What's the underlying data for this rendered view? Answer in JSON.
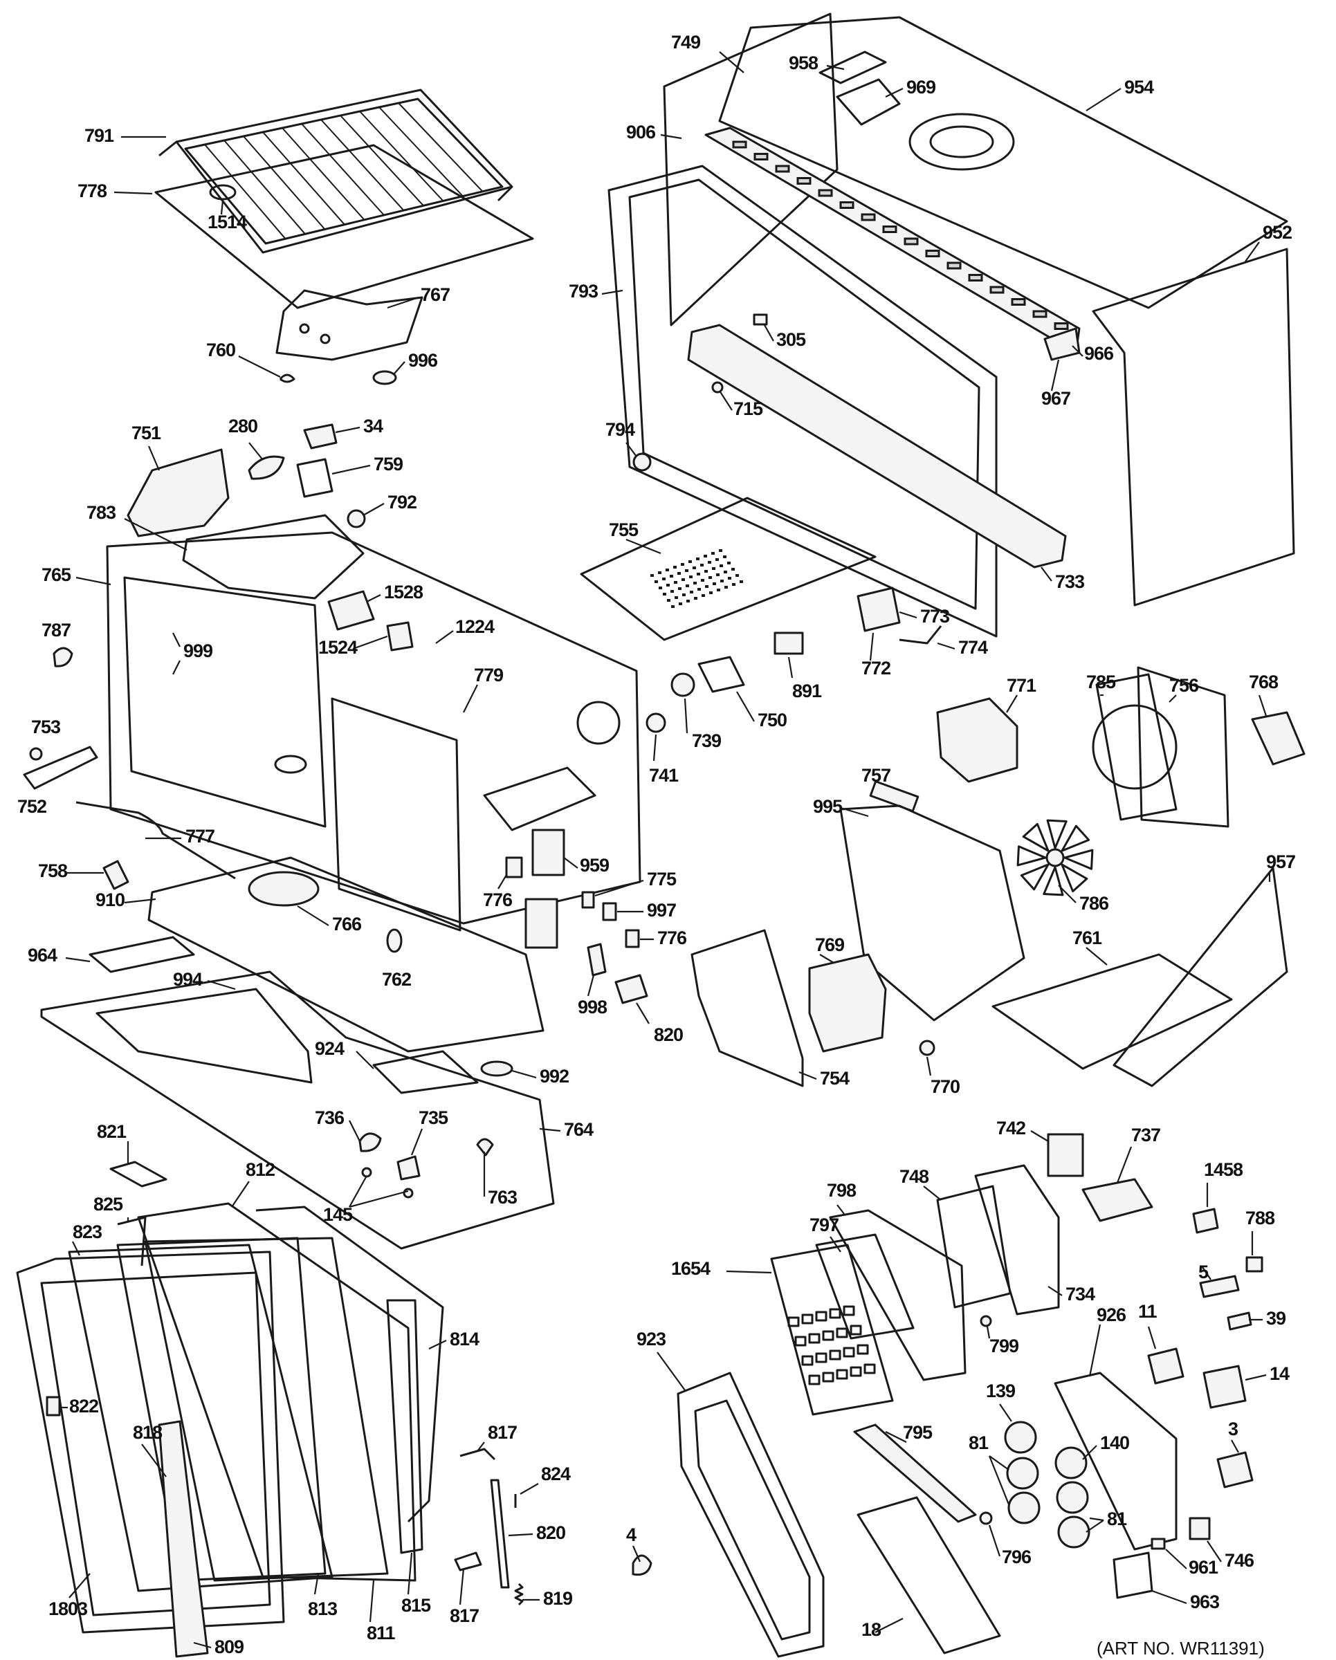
{
  "art_number": "(ART NO. WR11391)",
  "colors": {
    "ink": "#1a1a1a",
    "paper": "#ffffff"
  },
  "callouts": [
    {
      "id": "791",
      "label": "791"
    },
    {
      "id": "778",
      "label": "778"
    },
    {
      "id": "1514",
      "label": "1514"
    },
    {
      "id": "767",
      "label": "767"
    },
    {
      "id": "760",
      "label": "760"
    },
    {
      "id": "996",
      "label": "996"
    },
    {
      "id": "751",
      "label": "751"
    },
    {
      "id": "280",
      "label": "280"
    },
    {
      "id": "34",
      "label": "34"
    },
    {
      "id": "759",
      "label": "759"
    },
    {
      "id": "792",
      "label": "792"
    },
    {
      "id": "783",
      "label": "783"
    },
    {
      "id": "765",
      "label": "765"
    },
    {
      "id": "1528",
      "label": "1528"
    },
    {
      "id": "1224",
      "label": "1224"
    },
    {
      "id": "1524",
      "label": "1524"
    },
    {
      "id": "787",
      "label": "787"
    },
    {
      "id": "999",
      "label": "999"
    },
    {
      "id": "779",
      "label": "779"
    },
    {
      "id": "753",
      "label": "753"
    },
    {
      "id": "752",
      "label": "752"
    },
    {
      "id": "777",
      "label": "777"
    },
    {
      "id": "758",
      "label": "758"
    },
    {
      "id": "910",
      "label": "910"
    },
    {
      "id": "766",
      "label": "766"
    },
    {
      "id": "964",
      "label": "964"
    },
    {
      "id": "762",
      "label": "762"
    },
    {
      "id": "776a",
      "label": "776"
    },
    {
      "id": "959",
      "label": "959"
    },
    {
      "id": "994",
      "label": "994"
    },
    {
      "id": "924",
      "label": "924"
    },
    {
      "id": "992",
      "label": "992"
    },
    {
      "id": "764",
      "label": "764"
    },
    {
      "id": "736",
      "label": "736"
    },
    {
      "id": "735",
      "label": "735"
    },
    {
      "id": "763",
      "label": "763"
    },
    {
      "id": "145",
      "label": "145"
    },
    {
      "id": "821",
      "label": "821"
    },
    {
      "id": "812",
      "label": "812"
    },
    {
      "id": "825",
      "label": "825"
    },
    {
      "id": "823",
      "label": "823"
    },
    {
      "id": "814",
      "label": "814"
    },
    {
      "id": "822",
      "label": "822"
    },
    {
      "id": "818",
      "label": "818"
    },
    {
      "id": "817a",
      "label": "817"
    },
    {
      "id": "824",
      "label": "824"
    },
    {
      "id": "820a",
      "label": "820"
    },
    {
      "id": "819",
      "label": "819"
    },
    {
      "id": "817b",
      "label": "817"
    },
    {
      "id": "1803",
      "label": "1803"
    },
    {
      "id": "813",
      "label": "813"
    },
    {
      "id": "811",
      "label": "811"
    },
    {
      "id": "815",
      "label": "815"
    },
    {
      "id": "809",
      "label": "809"
    },
    {
      "id": "749",
      "label": "749"
    },
    {
      "id": "958",
      "label": "958"
    },
    {
      "id": "969",
      "label": "969"
    },
    {
      "id": "954",
      "label": "954"
    },
    {
      "id": "906",
      "label": "906"
    },
    {
      "id": "952",
      "label": "952"
    },
    {
      "id": "793",
      "label": "793"
    },
    {
      "id": "305",
      "label": "305"
    },
    {
      "id": "966",
      "label": "966"
    },
    {
      "id": "967",
      "label": "967"
    },
    {
      "id": "715",
      "label": "715"
    },
    {
      "id": "794",
      "label": "794"
    },
    {
      "id": "755",
      "label": "755"
    },
    {
      "id": "733",
      "label": "733"
    },
    {
      "id": "773",
      "label": "773"
    },
    {
      "id": "774",
      "label": "774"
    },
    {
      "id": "891",
      "label": "891"
    },
    {
      "id": "772",
      "label": "772"
    },
    {
      "id": "750",
      "label": "750"
    },
    {
      "id": "739",
      "label": "739"
    },
    {
      "id": "741",
      "label": "741"
    },
    {
      "id": "771",
      "label": "771"
    },
    {
      "id": "785",
      "label": "785"
    },
    {
      "id": "756",
      "label": "756"
    },
    {
      "id": "768",
      "label": "768"
    },
    {
      "id": "757",
      "label": "757"
    },
    {
      "id": "995",
      "label": "995"
    },
    {
      "id": "957",
      "label": "957"
    },
    {
      "id": "786",
      "label": "786"
    },
    {
      "id": "775",
      "label": "775"
    },
    {
      "id": "997",
      "label": "997"
    },
    {
      "id": "776b",
      "label": "776"
    },
    {
      "id": "998",
      "label": "998"
    },
    {
      "id": "820b",
      "label": "820"
    },
    {
      "id": "769",
      "label": "769"
    },
    {
      "id": "761",
      "label": "761"
    },
    {
      "id": "754",
      "label": "754"
    },
    {
      "id": "770",
      "label": "770"
    },
    {
      "id": "742",
      "label": "742"
    },
    {
      "id": "737",
      "label": "737"
    },
    {
      "id": "1458",
      "label": "1458"
    },
    {
      "id": "748",
      "label": "748"
    },
    {
      "id": "798",
      "label": "798"
    },
    {
      "id": "788",
      "label": "788"
    },
    {
      "id": "797",
      "label": "797"
    },
    {
      "id": "734",
      "label": "734"
    },
    {
      "id": "5",
      "label": "5"
    },
    {
      "id": "1654",
      "label": "1654"
    },
    {
      "id": "39",
      "label": "39"
    },
    {
      "id": "923",
      "label": "923"
    },
    {
      "id": "799",
      "label": "799"
    },
    {
      "id": "11",
      "label": "11"
    },
    {
      "id": "926",
      "label": "926"
    },
    {
      "id": "14",
      "label": "14"
    },
    {
      "id": "139",
      "label": "139"
    },
    {
      "id": "140",
      "label": "140"
    },
    {
      "id": "795",
      "label": "795"
    },
    {
      "id": "81a",
      "label": "81"
    },
    {
      "id": "3",
      "label": "3"
    },
    {
      "id": "4",
      "label": "4"
    },
    {
      "id": "81b",
      "label": "81"
    },
    {
      "id": "796",
      "label": "796"
    },
    {
      "id": "746",
      "label": "746"
    },
    {
      "id": "961",
      "label": "961"
    },
    {
      "id": "963",
      "label": "963"
    },
    {
      "id": "18",
      "label": "18"
    }
  ]
}
